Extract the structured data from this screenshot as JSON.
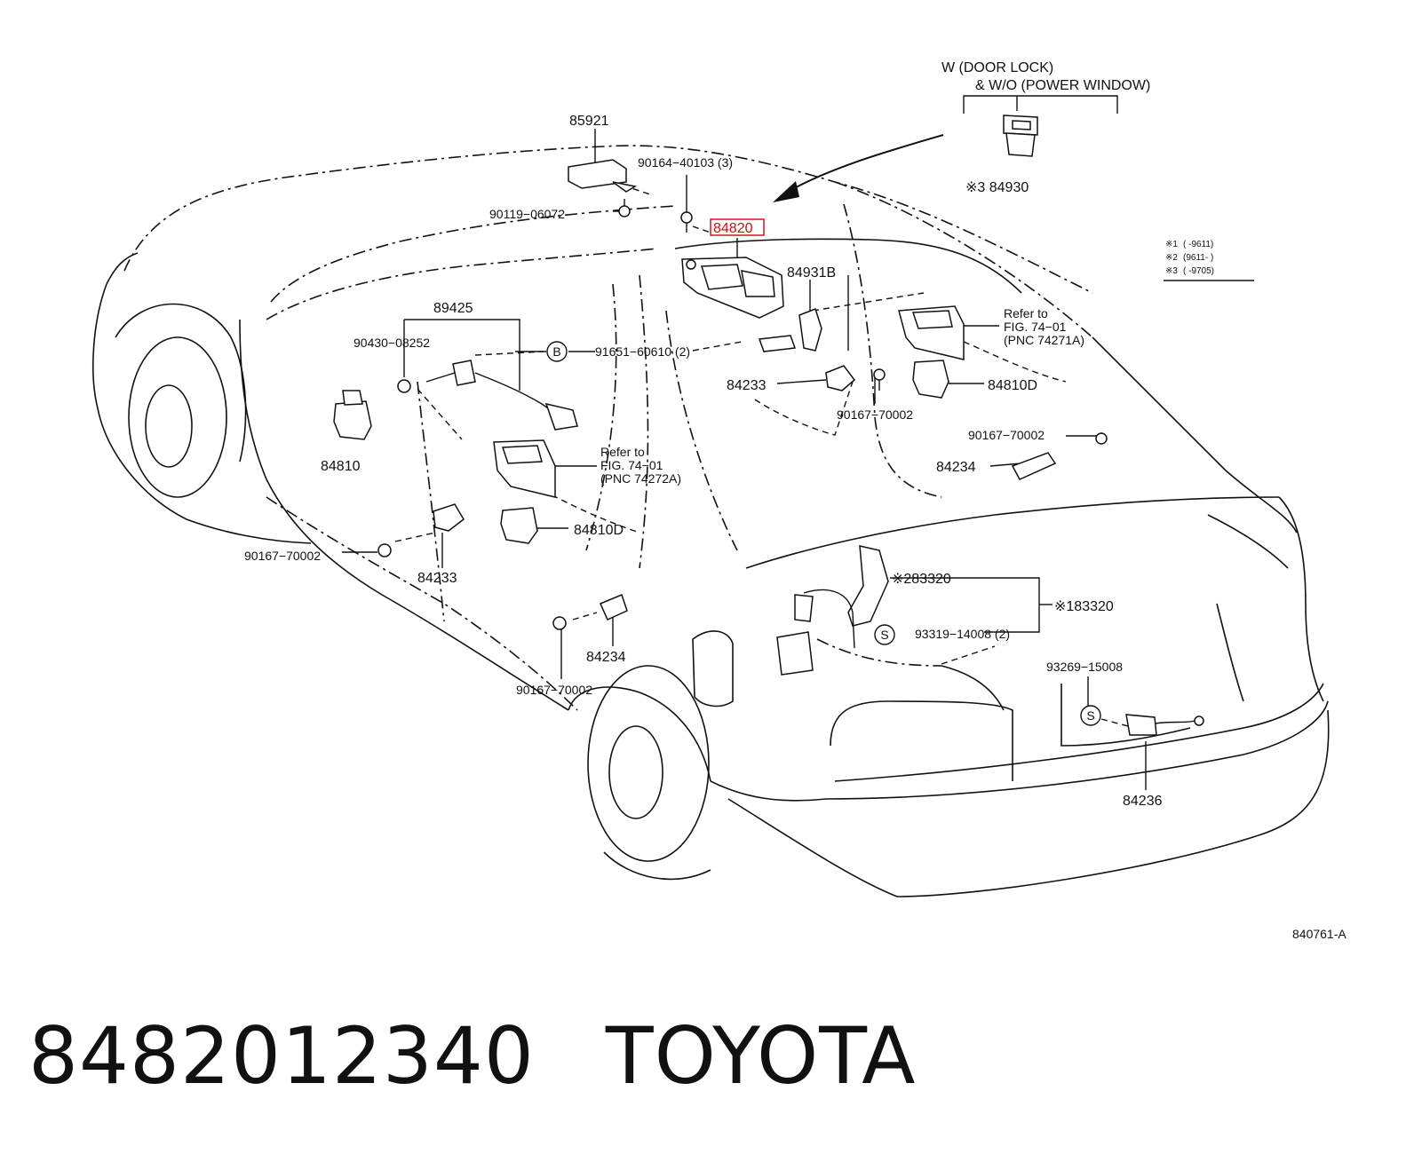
{
  "title_part_number": "8482012340",
  "title_brand": "TOYOTA",
  "figure_code": "840761-A",
  "variant_note": {
    "line1": "W (DOOR  LOCK)",
    "line2": "&  W/O (POWER  WINDOW)"
  },
  "legend": [
    {
      "mark": "※1",
      "range": "(      -9611)"
    },
    {
      "mark": "※2",
      "range": "(9611-       )"
    },
    {
      "mark": "※3",
      "range": "(      -9705)"
    }
  ],
  "callouts": [
    {
      "id": "85921",
      "text": "85921"
    },
    {
      "id": "90164-40103",
      "text": "90164−40103 (3)"
    },
    {
      "id": "90119-06072",
      "text": "90119−06072"
    },
    {
      "id": "84820",
      "text": "84820",
      "highlighted": true
    },
    {
      "id": "84930",
      "text": "※3  84930"
    },
    {
      "id": "84931B",
      "text": "84931B"
    },
    {
      "id": "89425",
      "text": "89425"
    },
    {
      "id": "90430-08252",
      "text": "90430−08252"
    },
    {
      "id": "91651-60610",
      "text": "91651−60610 (2)"
    },
    {
      "id": "84233-a",
      "text": "84233"
    },
    {
      "id": "90167-70002-a",
      "text": "90167−70002"
    },
    {
      "id": "84810D-a",
      "text": "84810D"
    },
    {
      "id": "90167-70002-b",
      "text": "90167−70002"
    },
    {
      "id": "84234-a",
      "text": "84234"
    },
    {
      "id": "84810",
      "text": "84810"
    },
    {
      "id": "84810D-b",
      "text": "84810D"
    },
    {
      "id": "90167-70002-c",
      "text": "90167−70002"
    },
    {
      "id": "84233-b",
      "text": "84233"
    },
    {
      "id": "84234-b",
      "text": "84234"
    },
    {
      "id": "90167-70002-d",
      "text": "90167−70002"
    },
    {
      "id": "83320-2",
      "text": "※283320"
    },
    {
      "id": "83320-1",
      "text": "※183320"
    },
    {
      "id": "93319-14008",
      "text": "93319−14008 (2)"
    },
    {
      "id": "93269-15008",
      "text": "93269−15008"
    },
    {
      "id": "84236",
      "text": "84236"
    }
  ],
  "refers": [
    {
      "line1": "Refer  to",
      "line2": "FIG.  74−01",
      "line3": "(PNC  74271A)"
    },
    {
      "line1": "Refer  to",
      "line2": "FIG.  74−01",
      "line3": "(PNC  74272A)"
    }
  ],
  "circle_marks": [
    "B",
    "S",
    "S"
  ]
}
